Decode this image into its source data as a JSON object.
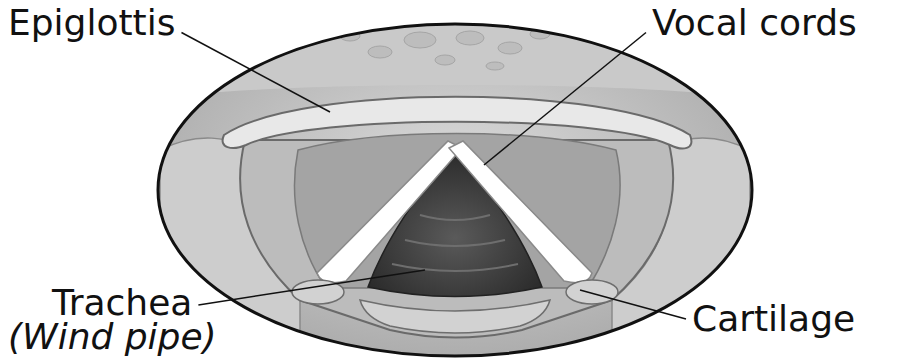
{
  "diagram": {
    "labels": [
      "Epiglottis",
      "Vocal cords",
      "Trachea",
      "(Wind pipe)",
      "Cartilage"
    ]
  }
}
